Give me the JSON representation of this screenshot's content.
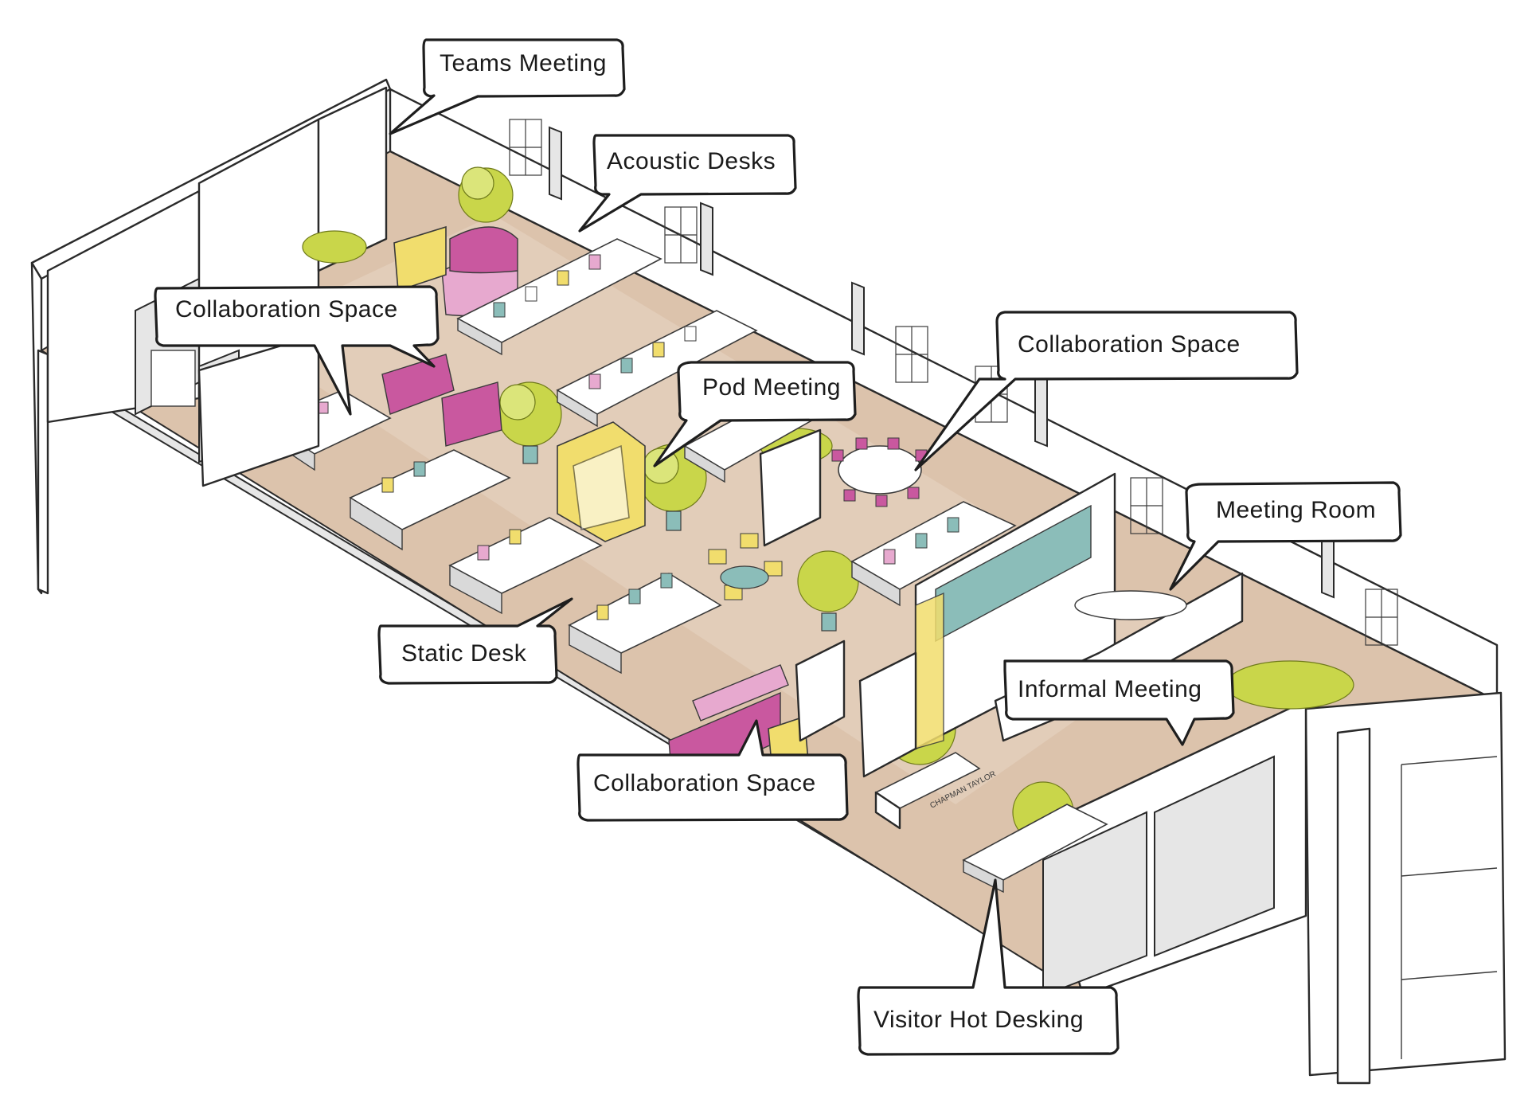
{
  "colors": {
    "floor": "#dcc3ac",
    "floor_light": "#e8d6c4",
    "wall": "#ffffff",
    "outline": "#1e1e1e",
    "pink": "#c9589f",
    "pink_light": "#e7a9cf",
    "yellow": "#f1dd6d",
    "teal": "#8bbdb9",
    "green": "#c9d64a",
    "grey_glass": "#e9e9e9"
  },
  "brand_signage": "CHAPMAN TAYLOR",
  "callouts": [
    {
      "id": "teams-meeting",
      "label": "Teams Meeting"
    },
    {
      "id": "acoustic-desks",
      "label": "Acoustic Desks"
    },
    {
      "id": "collaboration-space-left",
      "label": "Collaboration Space"
    },
    {
      "id": "collaboration-space-right",
      "label": "Collaboration Space"
    },
    {
      "id": "pod-meeting",
      "label": "Pod Meeting"
    },
    {
      "id": "meeting-room",
      "label": "Meeting Room"
    },
    {
      "id": "informal-meeting",
      "label": "Informal Meeting"
    },
    {
      "id": "static-desk",
      "label": "Static Desk"
    },
    {
      "id": "collaboration-space-bottom",
      "label": "Collaboration Space"
    },
    {
      "id": "visitor-hot-desking",
      "label": "Visitor Hot Desking"
    }
  ]
}
